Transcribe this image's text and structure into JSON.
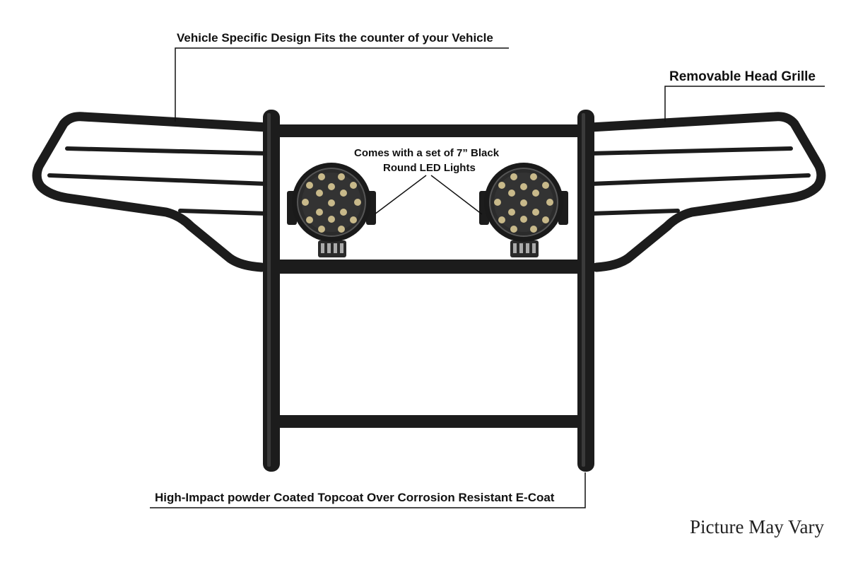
{
  "callouts": {
    "top_left": "Vehicle Specific Design Fits the counter of your Vehicle",
    "top_right": "Removable Head Grille",
    "lights_line1": "Comes with a set of 7” Black",
    "lights_line2": "Round LED Lights",
    "bottom": "High-Impact powder Coated Topcoat Over Corrosion Resistant E-Coat"
  },
  "caption": "Picture May Vary",
  "colors": {
    "tube": "#1c1c1c",
    "tube_highlight": "#3a3a3a",
    "led": "#c8b98a",
    "background": "#ffffff"
  }
}
